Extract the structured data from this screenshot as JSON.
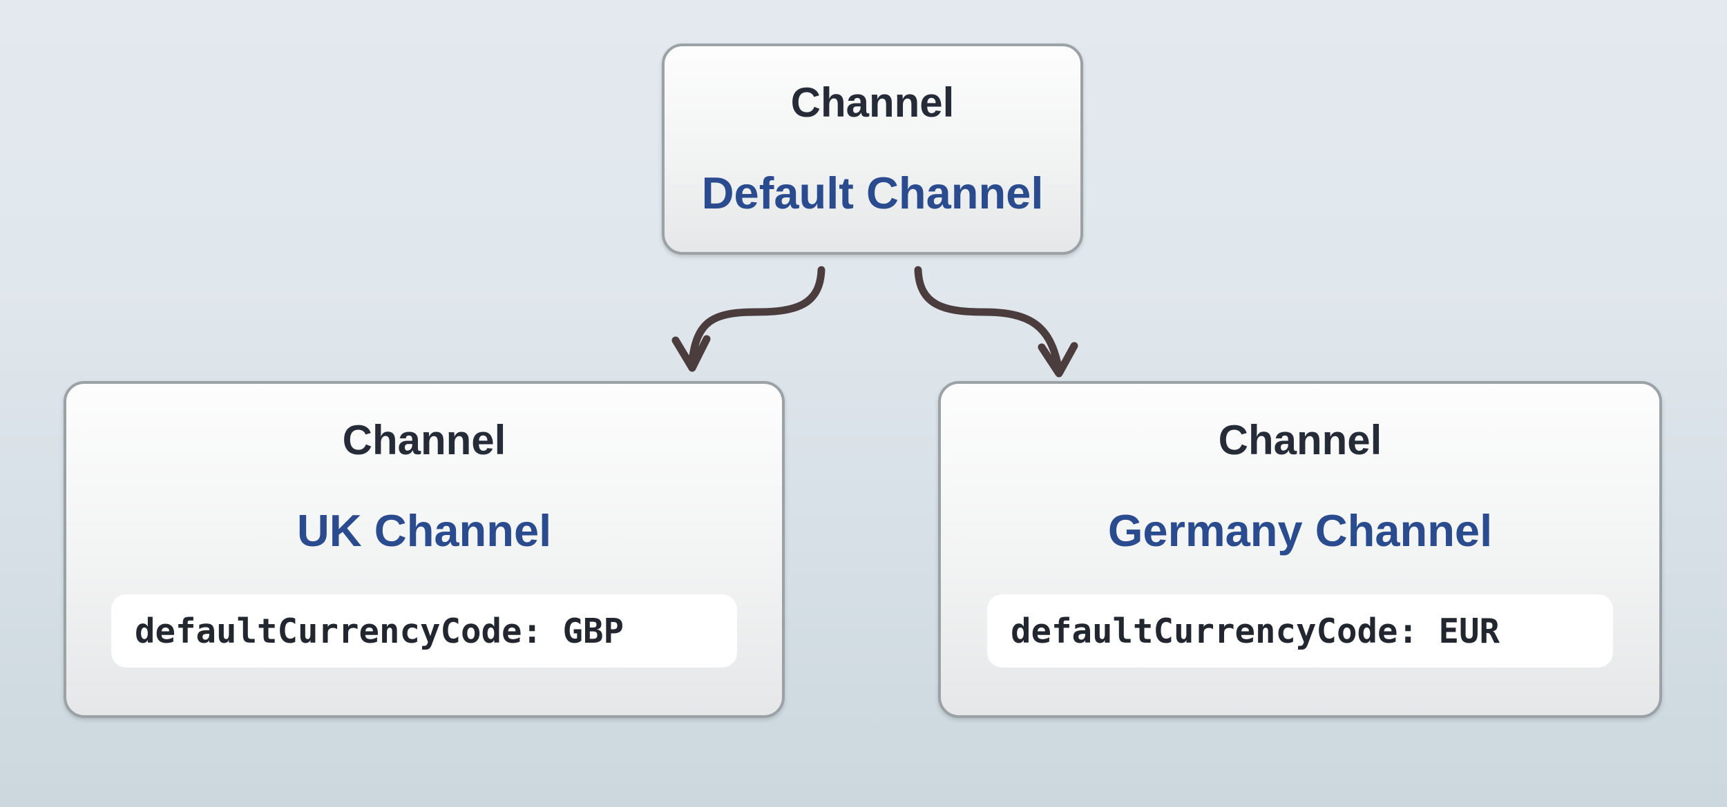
{
  "nodes": {
    "root": {
      "header": "Channel",
      "name": "Default Channel"
    },
    "uk": {
      "header": "Channel",
      "name": "UK Channel",
      "code": "defaultCurrencyCode: GBP"
    },
    "germany": {
      "header": "Channel",
      "name": "Germany Channel",
      "code": "defaultCurrencyCode: EUR"
    }
  },
  "edges": [
    {
      "from": "Default Channel",
      "to": "UK Channel"
    },
    {
      "from": "Default Channel",
      "to": "Germany Channel"
    }
  ],
  "colors": {
    "background_top": "#e3e9ef",
    "background_bottom": "#ccd7de",
    "node_border": "#9aa2a6",
    "node_fill_top": "#fdfdfd",
    "node_fill_bottom": "#e6e7e8",
    "header_text": "#262b38",
    "name_text": "#2a4b8e",
    "code_text": "#22262e",
    "code_pill_background": "#ffffff",
    "arrow": "#4b3c3e"
  }
}
